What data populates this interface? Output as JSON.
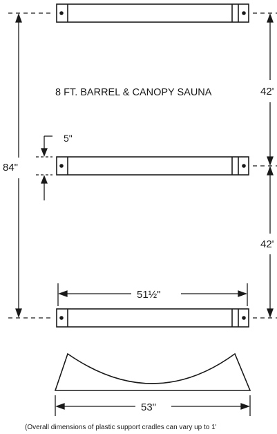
{
  "title": "8 FT. BARREL & CANOPY SAUNA",
  "dimensions": {
    "overall_length": "84\"",
    "spacing_top": "42'",
    "spacing_bottom": "42'",
    "cradle_width": "5\"",
    "cradle_length": "51½\"",
    "cradle_base": "53\""
  },
  "footnote": "(Overall dimensions of plastic support cradles can vary up to 1'"
}
